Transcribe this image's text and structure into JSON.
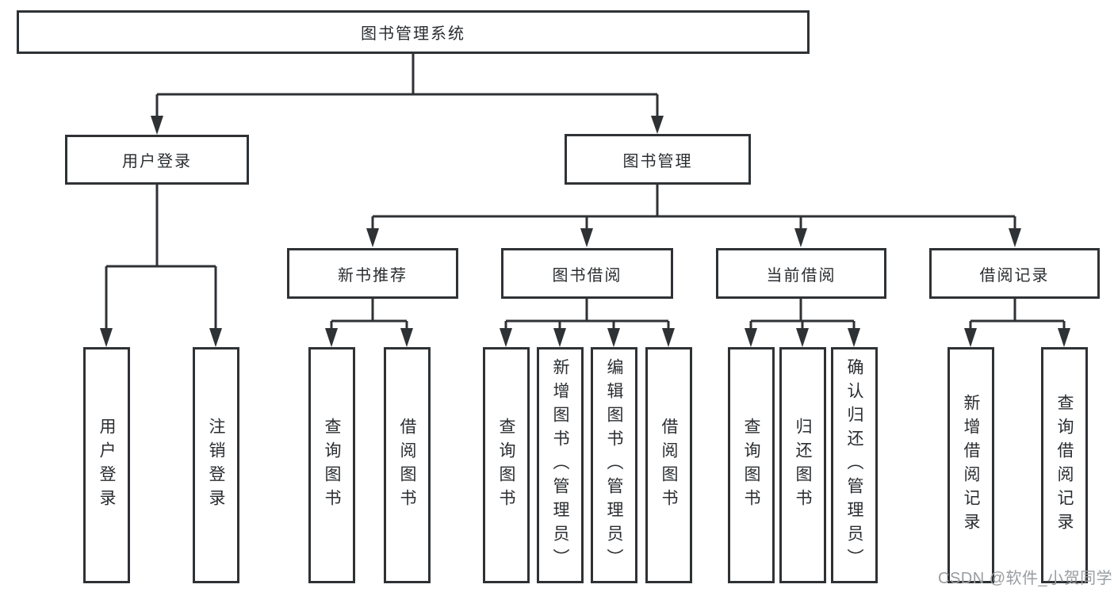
{
  "tree": {
    "root": {
      "label": "图书管理系统",
      "children": [
        {
          "label": "用户登录",
          "children": [
            {
              "label": "用户登录"
            },
            {
              "label": "注销登录"
            }
          ]
        },
        {
          "label": "图书管理",
          "children": [
            {
              "label": "新书推荐",
              "children": [
                {
                  "label": "查询图书"
                },
                {
                  "label": "借阅图书"
                }
              ]
            },
            {
              "label": "图书借阅",
              "children": [
                {
                  "label": "查询图书"
                },
                {
                  "label": "新增图书（管理员）"
                },
                {
                  "label": "编辑图书（管理员）"
                },
                {
                  "label": "借阅图书"
                }
              ]
            },
            {
              "label": "当前借阅",
              "children": [
                {
                  "label": "查询图书"
                },
                {
                  "label": "归还图书"
                },
                {
                  "label": "确认归还（管理员）"
                }
              ]
            },
            {
              "label": "借阅记录",
              "children": [
                {
                  "label": "新增借阅记录"
                },
                {
                  "label": "查询借阅记录"
                }
              ]
            }
          ]
        }
      ]
    }
  },
  "watermark": {
    "text": "CSDN @软件_小贺同学"
  },
  "colors": {
    "line": "#2f3235",
    "text": "#2a2d30",
    "watermark_text": "#999da1",
    "background": "#ffffff"
  }
}
